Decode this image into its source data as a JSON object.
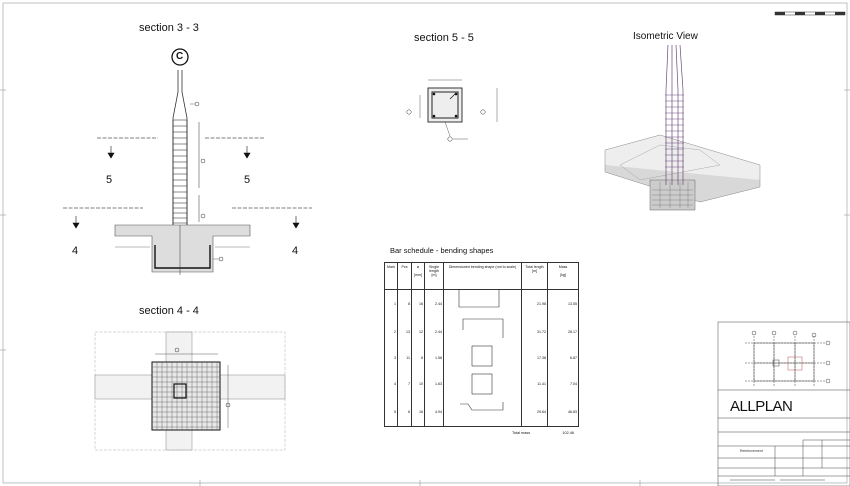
{
  "sections": {
    "section_3_3": "section 3 - 3",
    "section_5_5": "section 5 - 5",
    "isometric": "Isometric View",
    "section_4_4": "section 4 - 4",
    "axis_marker": "C",
    "cut_labels": {
      "left_5": "5",
      "right_5": "5",
      "left_4": "4",
      "right_4": "4"
    }
  },
  "schedule": {
    "title": "Bar schedule - bending shapes",
    "headers": {
      "mark": "Mark",
      "pcs": "Pcs",
      "dia": "ø",
      "dia_unit": "[mm]",
      "single": "Single length",
      "single_unit": "[m]",
      "shape": "Dimensioned bending shape (not to scale)",
      "total": "Total length",
      "total_unit": "[m]",
      "mass": "Mass",
      "mass_unit": "[kg]"
    },
    "rows": [
      {
        "mark": "1",
        "pcs": "8",
        "dia": "16",
        "single": "2.44",
        "total": "21.98",
        "mass": "13.55"
      },
      {
        "mark": "2",
        "pcs": "13",
        "dia": "12",
        "single": "2.44",
        "total": "31.72",
        "mass": "28.17"
      },
      {
        "mark": "3",
        "pcs": "11",
        "dia": "8",
        "single": "1.58",
        "total": "17.38",
        "mass": "6.87"
      },
      {
        "mark": "4",
        "pcs": "7",
        "dia": "10",
        "single": "1.63",
        "total": "11.41",
        "mass": "7.04"
      },
      {
        "mark": "5",
        "pcs": "6",
        "dia": "16",
        "single": "4.94",
        "total": "29.64",
        "mass": "46.83"
      }
    ],
    "total_label": "Total mass",
    "total_value": "102.46"
  },
  "title_block": {
    "logo": "ALLPLAN",
    "drawing_name": "Reinforcement"
  }
}
